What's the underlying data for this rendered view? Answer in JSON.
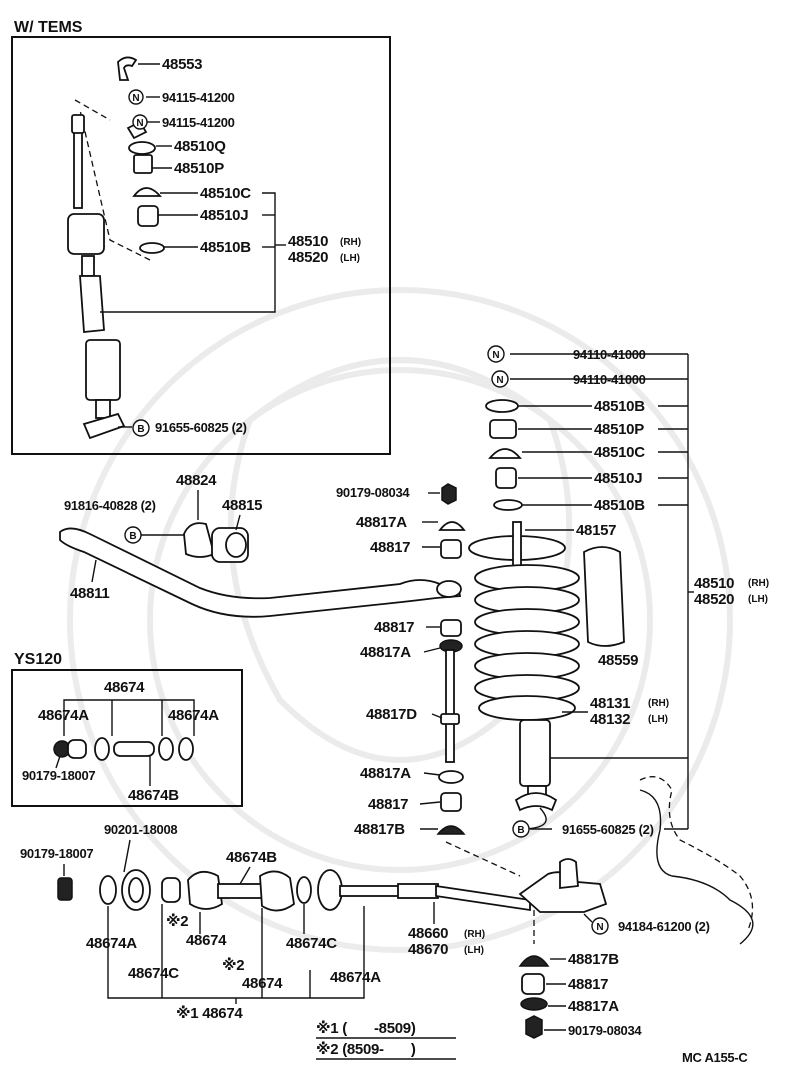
{
  "sections": {
    "tems": "W/ TEMS",
    "ys120": "YS120"
  },
  "labels": {
    "tems_48553": "48553",
    "tems_n1": "94115-41200",
    "tems_n2": "94115-41200",
    "tems_48510Q": "48510Q",
    "tems_48510P": "48510P",
    "tems_48510C": "48510C",
    "tems_48510J": "48510J",
    "tems_48510B": "48510B",
    "tems_48510": "48510",
    "tems_48520": "48520",
    "tems_bolt": "91655-60825 (2)",
    "main_n1": "94110-41000",
    "main_n2": "94110-41000",
    "main_48510B_top": "48510B",
    "main_48510P": "48510P",
    "main_48510C": "48510C",
    "main_48510J": "48510J",
    "main_48510B_low": "48510B",
    "main_48157": "48157",
    "main_48510": "48510",
    "main_48520": "48520",
    "main_48559": "48559",
    "main_48131": "48131",
    "main_48132": "48132",
    "main_bolt": "91655-60825 (2)",
    "stab_48824": "48824",
    "stab_bolt": "91816-40828 (2)",
    "stab_48815": "48815",
    "stab_48811": "48811",
    "link_90179": "90179-08034",
    "link_48817A_1": "48817A",
    "link_48817_1": "48817",
    "link_48817_2": "48817",
    "link_48817A_2": "48817A",
    "link_48817D": "48817D",
    "link_48817A_3": "48817A",
    "link_48817_3": "48817",
    "link_48817B": "48817B",
    "ys_48674": "48674",
    "ys_48674A_l": "48674A",
    "ys_48674A_r": "48674A",
    "ys_90179": "90179-18007",
    "ys_48674B": "48674B",
    "st_90201": "90201-18008",
    "st_90179": "90179-18007",
    "st_48674B": "48674B",
    "st_48674A_l": "48674A",
    "st_x2a": "※2",
    "st_48674_a": "48674",
    "st_48674C_l": "48674C",
    "st_x2b": "※2",
    "st_48674_b": "48674",
    "st_48674C_r": "48674C",
    "st_48674A_r": "48674A",
    "st_x1": "※1 48674",
    "rod_48660": "48660",
    "rod_48670": "48670",
    "arm_nut": "94184-61200 (2)",
    "arm_48817B": "48817B",
    "arm_48817": "48817",
    "arm_48817A": "48817A",
    "arm_90179": "90179-08034",
    "note_1": "※1 (       -8509)",
    "note_2": "※2 (8509-       )",
    "code": "MC  A155-C"
  },
  "tags": {
    "rh": "(RH)",
    "lh": "(LH)",
    "n": "N",
    "b": "B"
  }
}
